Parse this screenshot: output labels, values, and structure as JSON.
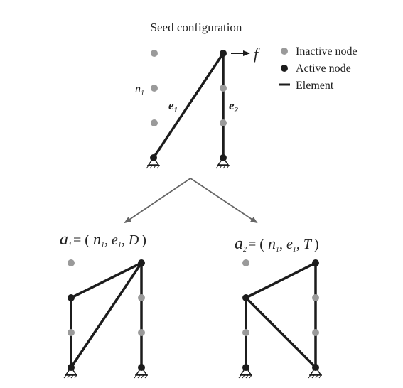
{
  "title": "Seed configuration",
  "legend": {
    "inactive": "Inactive node",
    "active": "Active node",
    "element": "Element"
  },
  "colors": {
    "inactive": "#9a9a9a",
    "active": "#1c1c1c",
    "element": "#1c1c1c",
    "arrow": "#666666"
  },
  "seed": {
    "force_label": "f",
    "node_label": "n",
    "node_sub": "1",
    "e1_label": "e",
    "e1_sub": "1",
    "e2_label": "e",
    "e2_sub": "2"
  },
  "action1": {
    "a": "a",
    "a_sub": "1",
    "eq": "= (",
    "n": "n",
    "n_sub": "1",
    "e": "e",
    "e_sub": "1",
    "type": "D",
    "close": ")"
  },
  "action2": {
    "a": "a",
    "a_sub": "2",
    "eq": "= (",
    "n": "n",
    "n_sub": "1",
    "e": "e",
    "e_sub": "1",
    "type": "T",
    "close": ")"
  }
}
